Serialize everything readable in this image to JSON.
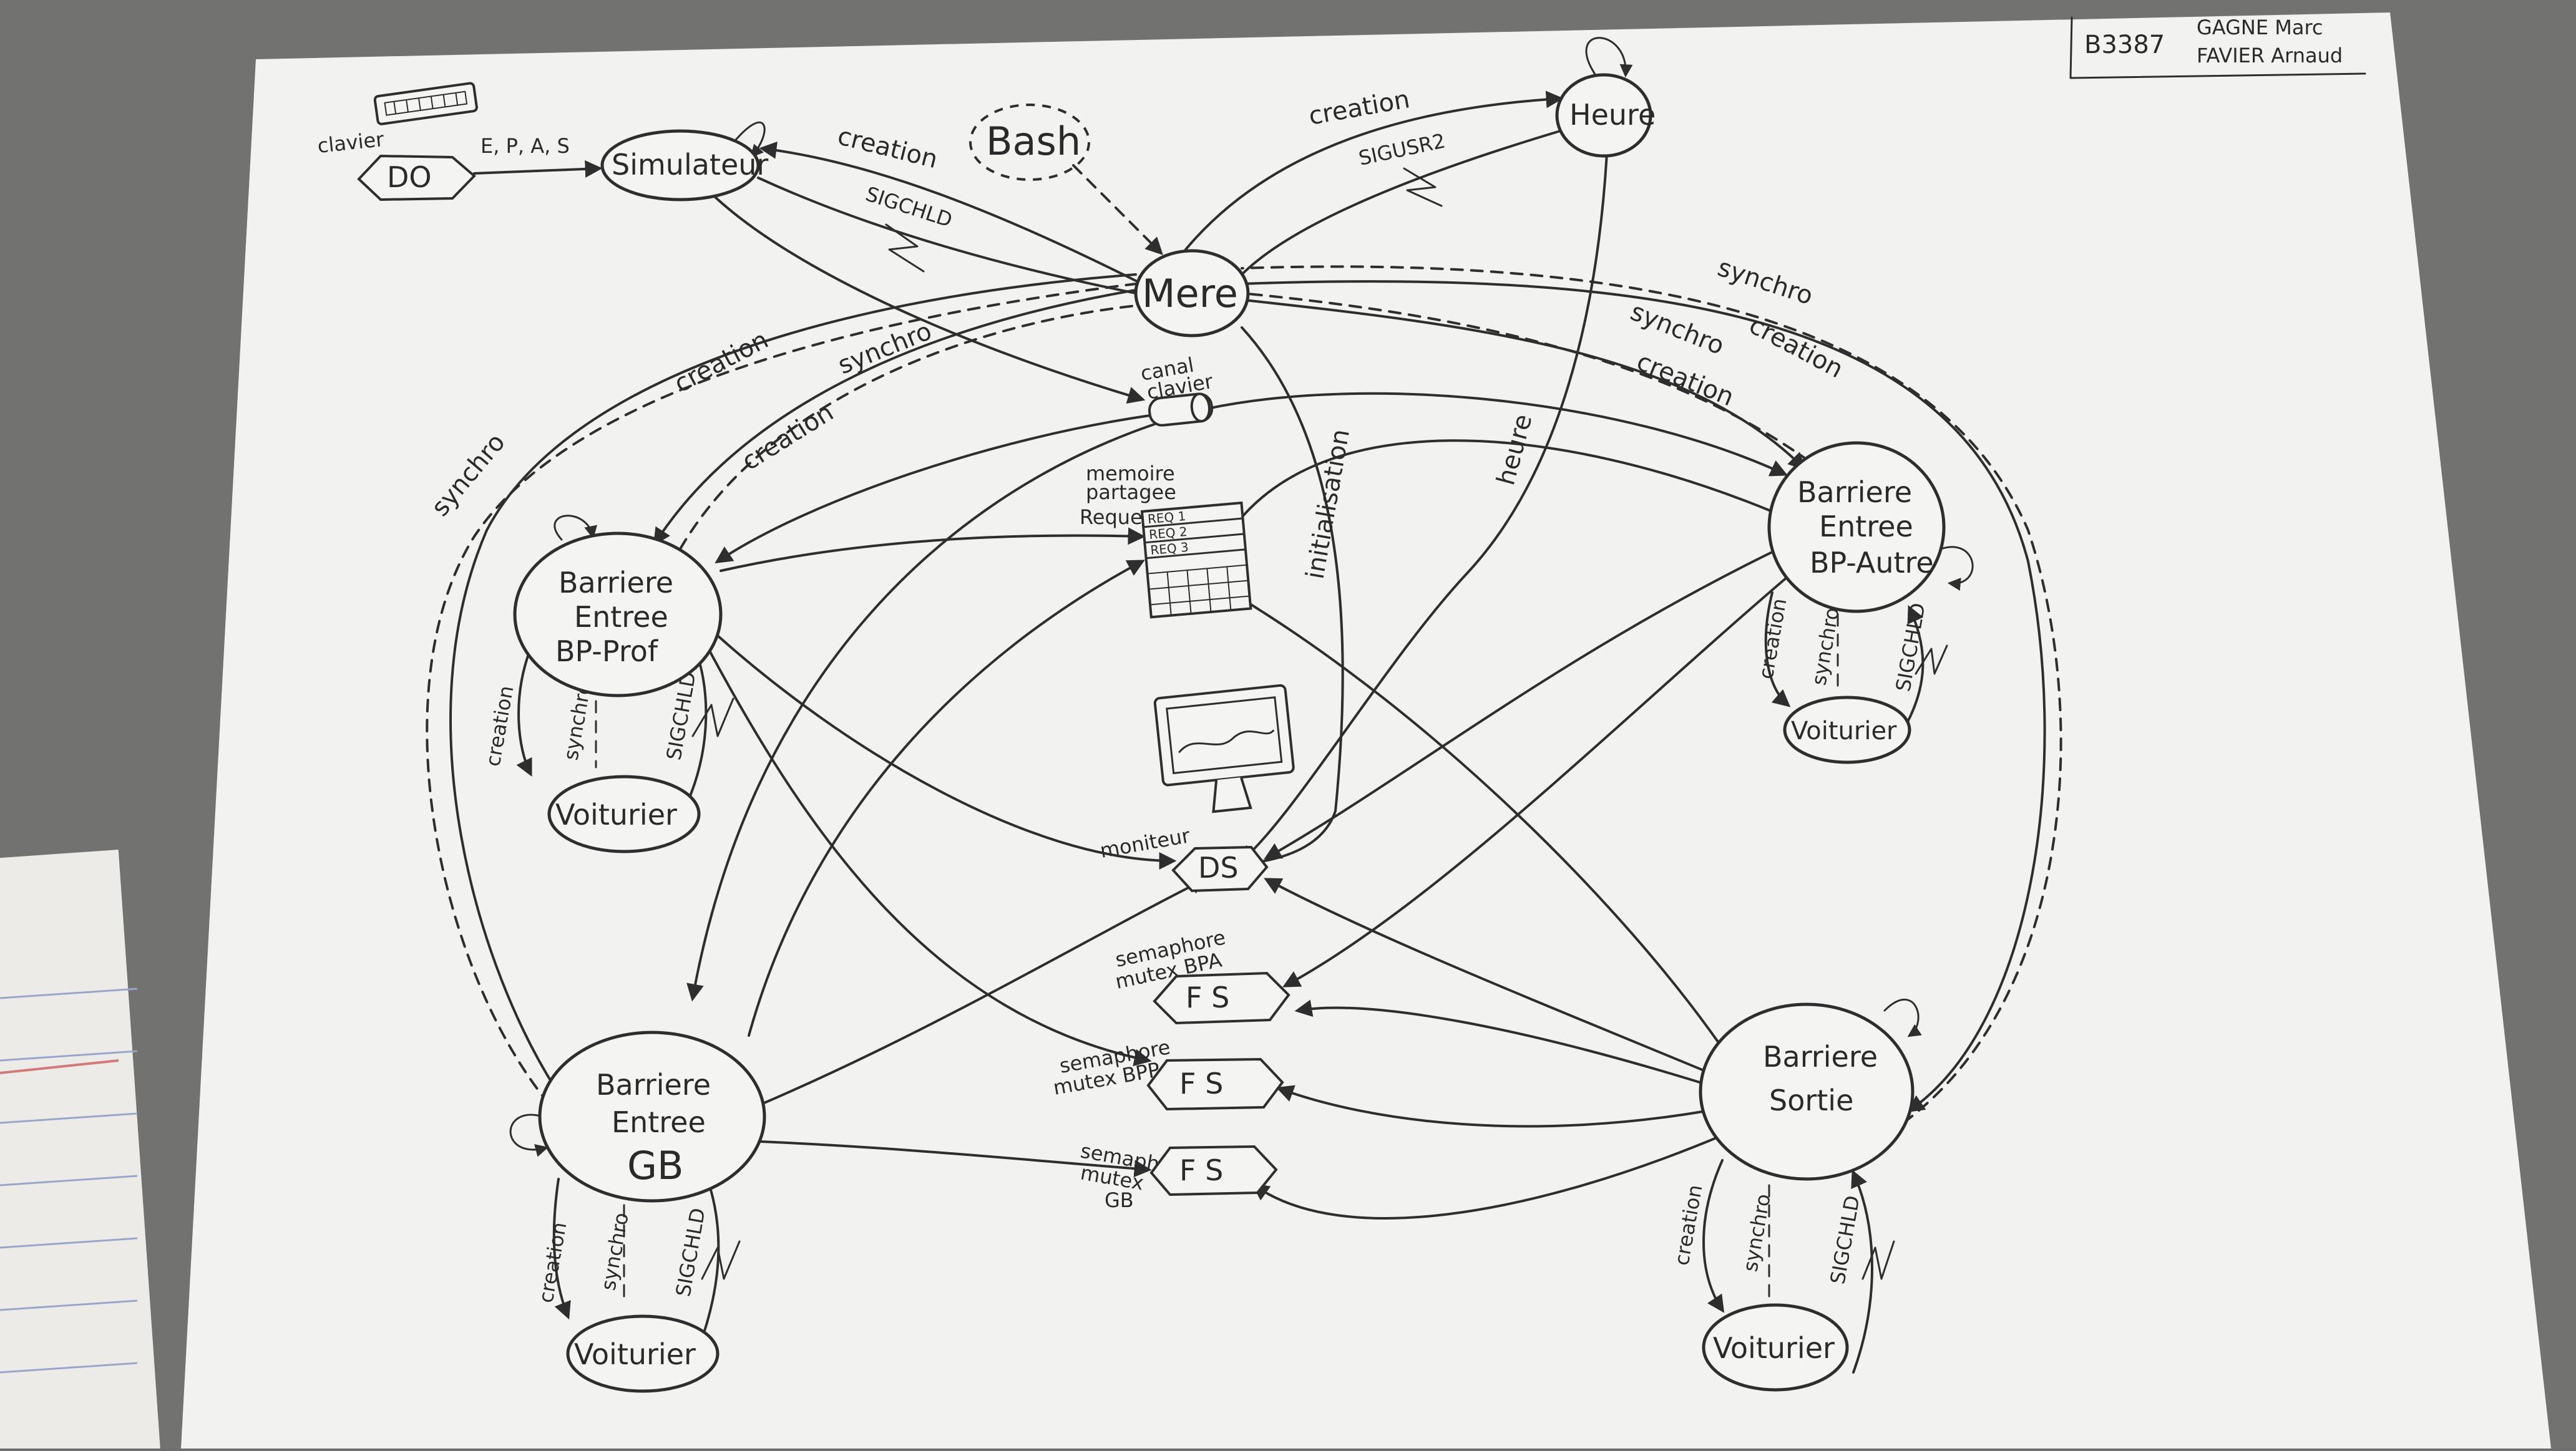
{
  "header": {
    "code": "B3387",
    "author1": "GAGNE Marc",
    "author2": "FAVIER Arnaud"
  },
  "nodes": {
    "do": "DO",
    "simulateur": "Simulateur",
    "bash": "Bash",
    "mere": "Mere",
    "heure": "Heure",
    "bpprof": [
      "Barriere",
      "Entree",
      "BP-Prof"
    ],
    "bpautre": [
      "Barriere",
      "Entree",
      "BP-Autre"
    ],
    "gb": [
      "Barriere",
      "Entree",
      "GB"
    ],
    "sortie": [
      "Barriere",
      "Sortie"
    ],
    "voiturier": "Voiturier",
    "ds": "DS",
    "fs": "F S"
  },
  "labels": {
    "clavier": "clavier",
    "epas": "E, P, A, S",
    "creation": "creation",
    "sigchld": "SIGCHLD",
    "sigusr2": "SIGUSR2",
    "synchro": "synchro",
    "canal1": "canal",
    "canal2": "clavier",
    "memoire": [
      "memoire",
      "partagee",
      "Requete"
    ],
    "req": [
      "REQ 1",
      "REQ 2",
      "REQ 3"
    ],
    "initialisation": "initialisation",
    "heure_arrow": "heure",
    "moniteur": "moniteur",
    "sem_bpa": [
      "semaphore",
      "mutex BPA"
    ],
    "sem_bpp": [
      "semaphore",
      "mutex BPP"
    ],
    "sem_gb": [
      "semaphore",
      "mutex",
      "GB"
    ]
  }
}
